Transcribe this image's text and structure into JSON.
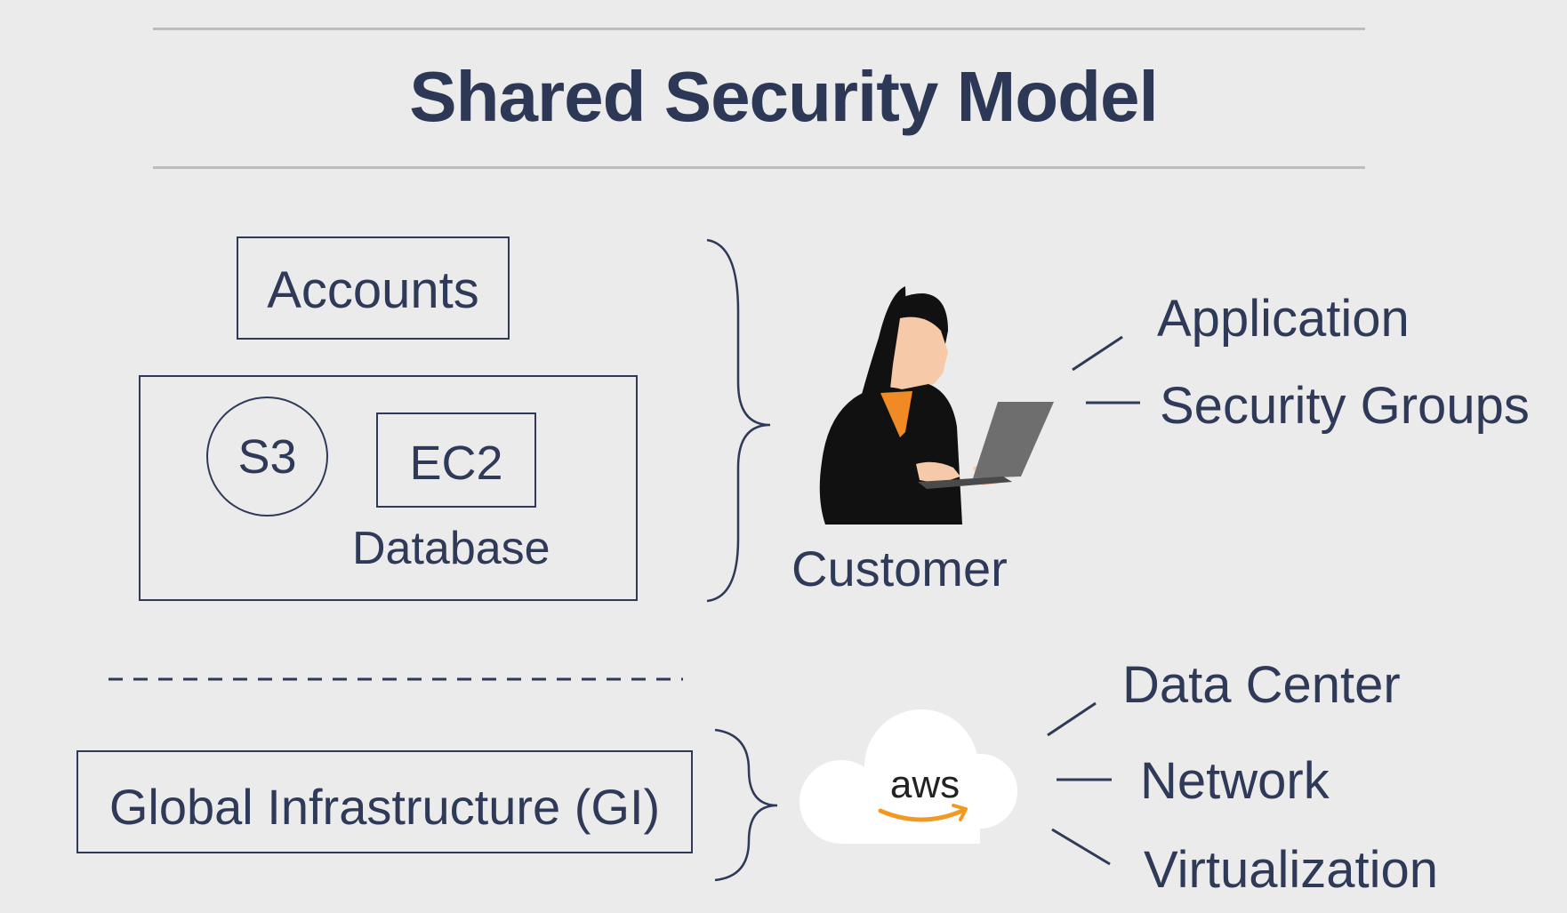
{
  "title": "Shared Security Model",
  "customer_side": {
    "accounts": "Accounts",
    "s3": "S3",
    "ec2": "EC2",
    "database": "Database",
    "actor_label": "Customer",
    "responsibilities": [
      "Application",
      "Security Groups"
    ]
  },
  "aws_side": {
    "infrastructure": "Global Infrastructure (GI)",
    "logo_text": "aws",
    "responsibilities": [
      "Data Center",
      "Network",
      "Virtualization"
    ]
  },
  "colors": {
    "text": "#2e3a57",
    "background": "#ebebeb",
    "aws_orange": "#f29a1f",
    "skin": "#f6c9a8",
    "shirt": "#f08a24"
  },
  "icons": [
    "person-with-laptop-icon",
    "aws-cloud-icon"
  ]
}
